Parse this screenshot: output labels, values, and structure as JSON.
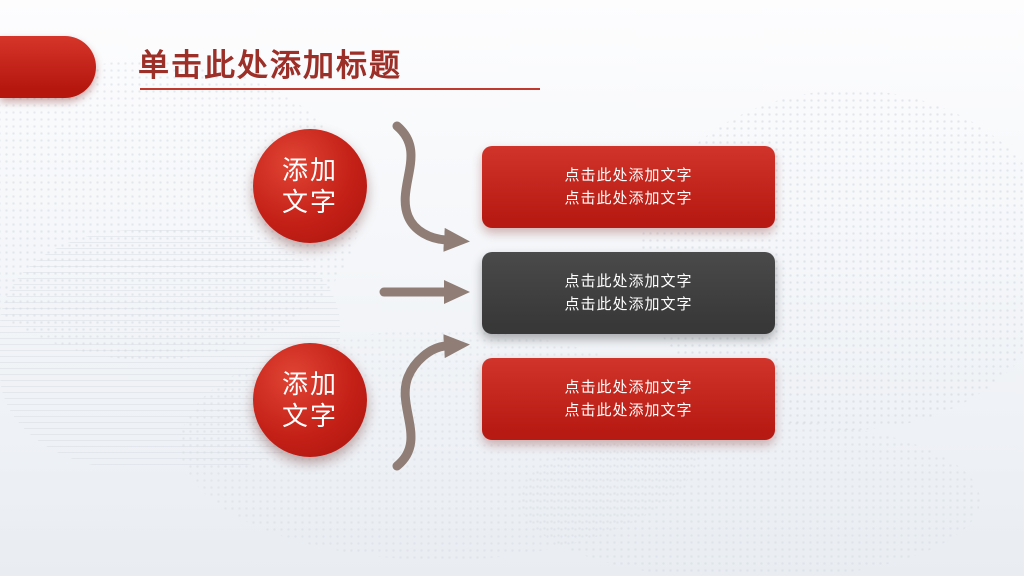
{
  "slide": {
    "title": "单击此处添加标题"
  },
  "palette": {
    "accent_red": "#c1211a",
    "dark_box_gray": "#3f3f3f",
    "arrow_taupe": "#8f7d76",
    "title_red": "#9c2f27"
  },
  "left_circles": [
    {
      "line1": "添加",
      "line2": "文字"
    },
    {
      "line1": "添加",
      "line2": "文字"
    }
  ],
  "text_boxes": [
    {
      "variant": "red",
      "line1": "点击此处添加文字",
      "line2": "点击此处添加文字"
    },
    {
      "variant": "dark",
      "line1": "点击此处添加文字",
      "line2": "点击此处添加文字"
    },
    {
      "variant": "red",
      "line1": "点击此处添加文字",
      "line2": "点击此处添加文字"
    }
  ]
}
